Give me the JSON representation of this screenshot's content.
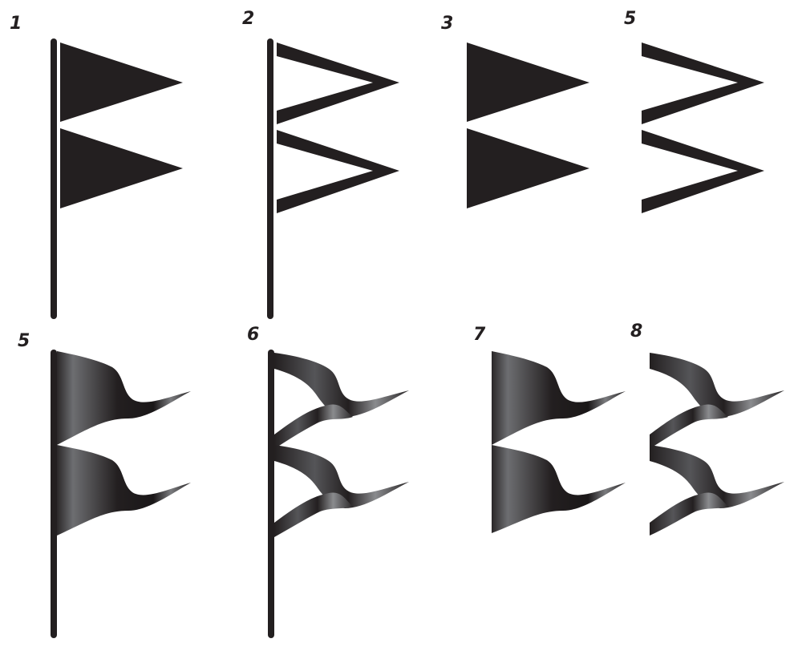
{
  "panels": [
    {
      "number": "1"
    },
    {
      "number": "2"
    },
    {
      "number": "3"
    },
    {
      "number": "5"
    },
    {
      "number": "5"
    },
    {
      "number": "6"
    },
    {
      "number": "7"
    },
    {
      "number": "8"
    }
  ],
  "colors": {
    "ink": "#231f20",
    "highlight": "#6d6e71",
    "background": "#ffffff"
  }
}
